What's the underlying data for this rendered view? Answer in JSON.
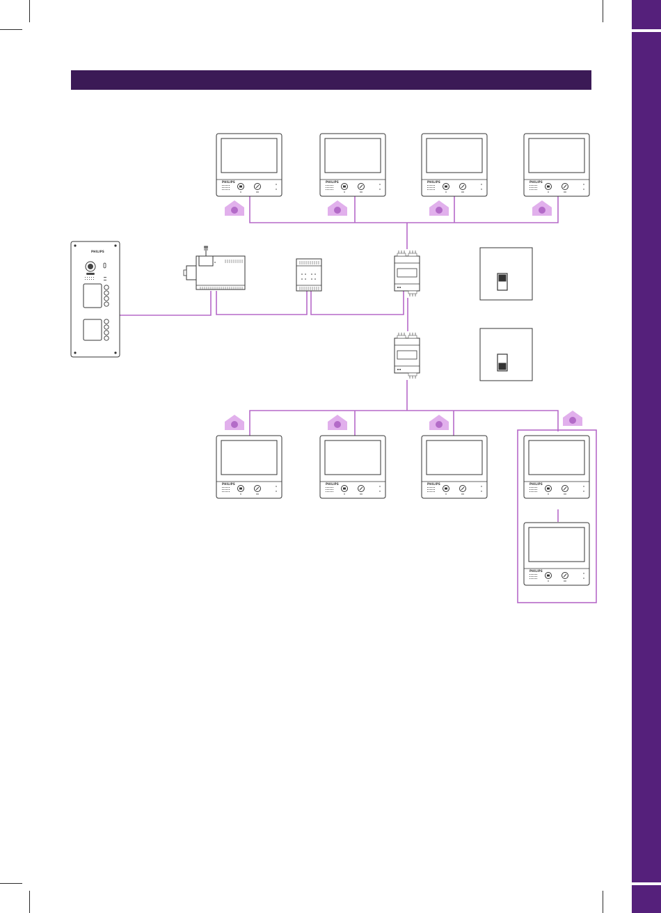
{
  "page": {
    "header_title": "",
    "brand_text": "PHILIPS"
  },
  "colors": {
    "header": "#3b1a56",
    "side_tab": "#55207b",
    "wire": "#b568c8",
    "house_fill": "#e1b0ec",
    "house_dot": "#b36bc8",
    "device_stroke": "#333333"
  },
  "diagram": {
    "upper_monitors": 4,
    "lower_monitors": 3,
    "grouped_monitors": 2,
    "distributors": 2,
    "switch_panels": 2,
    "components": [
      {
        "id": "door-panel",
        "icon": "door-station-icon"
      },
      {
        "id": "power-supply",
        "icon": "din-power-supply-icon"
      },
      {
        "id": "controller",
        "icon": "din-controller-icon"
      },
      {
        "id": "distributor-upper",
        "icon": "distributor-icon"
      },
      {
        "id": "distributor-lower",
        "icon": "distributor-icon"
      },
      {
        "id": "dip-switch-a",
        "icon": "dip-switch-icon",
        "state": "down"
      },
      {
        "id": "dip-switch-b",
        "icon": "dip-switch-icon",
        "state": "up"
      }
    ]
  }
}
